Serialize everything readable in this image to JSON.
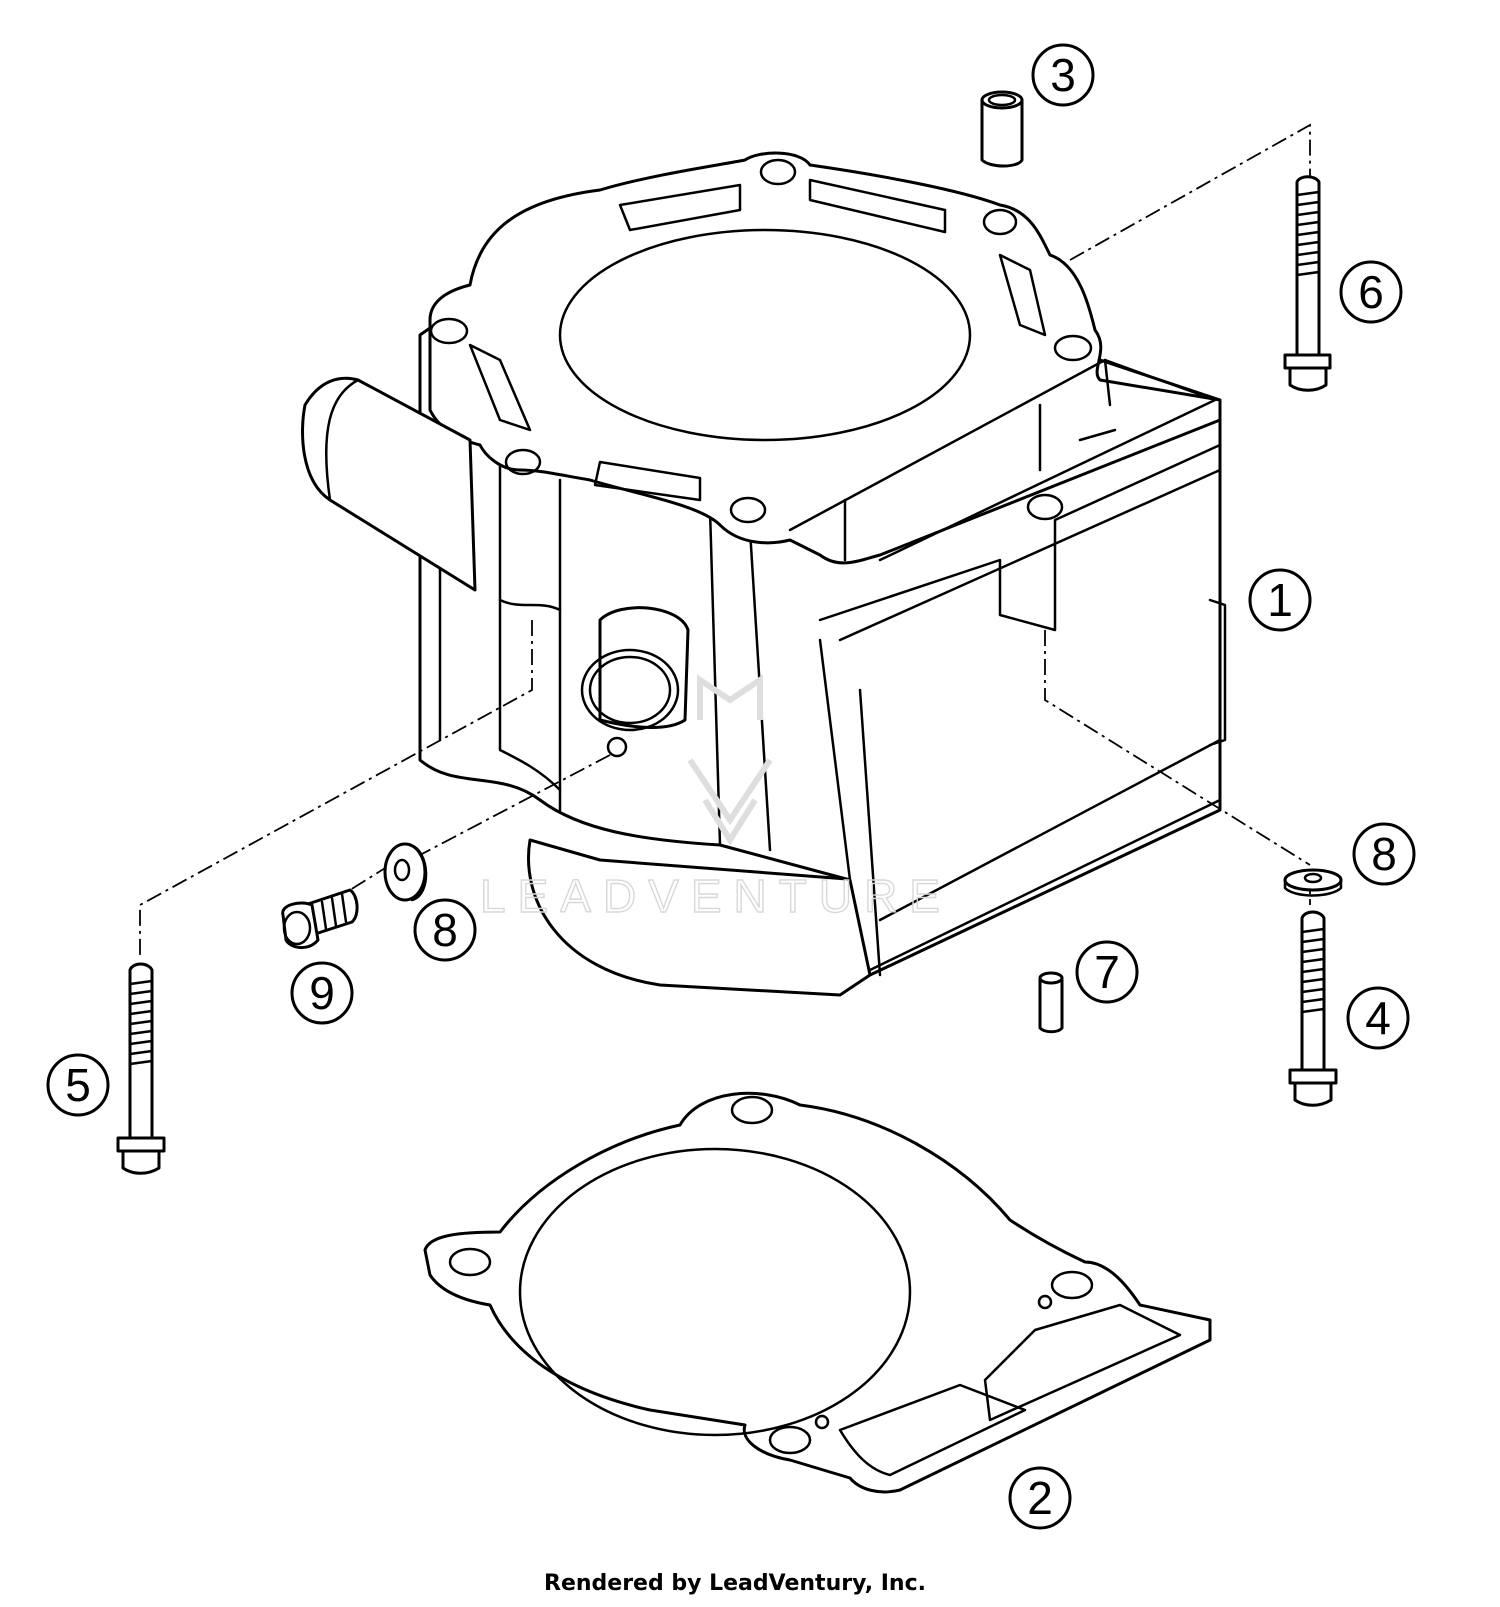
{
  "diagram": {
    "watermark": "LEADVENTURE",
    "footer": "Rendered by LeadVentury, Inc.",
    "callouts": [
      {
        "id": "cylinder",
        "number": "1"
      },
      {
        "id": "base-gasket",
        "number": "2"
      },
      {
        "id": "dowel-sleeve",
        "number": "3"
      },
      {
        "id": "bolt-right-lower",
        "number": "4"
      },
      {
        "id": "bolt-left",
        "number": "5"
      },
      {
        "id": "bolt-right-upper",
        "number": "6"
      },
      {
        "id": "pin",
        "number": "7"
      },
      {
        "id": "washer-left",
        "number": "8"
      },
      {
        "id": "washer-right",
        "number": "8"
      },
      {
        "id": "screw",
        "number": "9"
      }
    ]
  }
}
